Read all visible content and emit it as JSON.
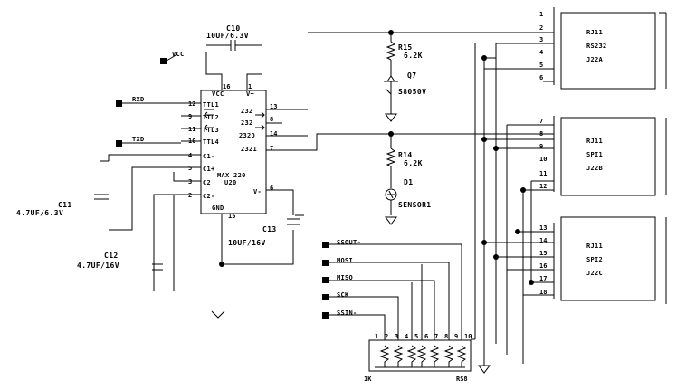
{
  "ic": {
    "name": "MAX 220",
    "designator": "U20",
    "pin_vcc_label": "VCC",
    "pin_vplus_label": "V+",
    "pin_gnd_label": "GND",
    "left_pins": [
      {
        "num": "12",
        "label": "TTL1"
      },
      {
        "num": "9",
        "label": "TTL2"
      },
      {
        "num": "11",
        "label": "TTL3"
      },
      {
        "num": "10",
        "label": "TTL4"
      },
      {
        "num": "4",
        "label": "C1-"
      },
      {
        "num": "5",
        "label": "C1+"
      },
      {
        "num": "3",
        "label": "C2"
      },
      {
        "num": "2",
        "label": "C2-"
      }
    ],
    "right_pins": [
      {
        "num": "13",
        "label": "232"
      },
      {
        "num": "8",
        "label": "232"
      },
      {
        "num": "14",
        "label": "232D"
      },
      {
        "num": "7",
        "label": "2321"
      },
      {
        "num": "6",
        "label": "V-"
      }
    ],
    "top_pins": [
      "16",
      "1"
    ],
    "bottom_pin": "15"
  },
  "labels": {
    "vcc": "VCC",
    "rxd": "RXD",
    "txd": "TXD",
    "c10": "C10",
    "c10_val": "10UF/6.3V",
    "r15": "R15",
    "r15_val": "6.2K",
    "q7": "Q7",
    "q7_part": "S8050V",
    "r14": "R14",
    "r14_val": "6.2K",
    "d1": "D1",
    "d1_part": "SENSOR1",
    "c11": "C11",
    "c11_val": "4.7UF/6.3V",
    "c12": "C12",
    "c12_val": "4.7UF/16V",
    "c13": "C13",
    "c13_val": "10UF/16V",
    "rs": "RS8",
    "rn": "1K"
  },
  "spi_signals": [
    "SSOUT-",
    "MOSI",
    "MISO",
    "SCK",
    "SSIN-"
  ],
  "connector_pins": [
    "1",
    "2",
    "3",
    "4",
    "5",
    "6",
    "7",
    "8",
    "9",
    "10",
    "11",
    "12",
    "13",
    "14",
    "15",
    "16",
    "17",
    "18"
  ],
  "network_pins": [
    "1",
    "2",
    "3",
    "4",
    "5",
    "6",
    "7",
    "8",
    "9",
    "10"
  ],
  "rj_boxes": [
    {
      "title": "RJ11",
      "line2": "RS232",
      "line3": "J22A"
    },
    {
      "title": "RJ11",
      "line2": "SPI1",
      "line3": "J22B"
    },
    {
      "title": "RJ11",
      "line2": "SPI2",
      "line3": "J22C"
    }
  ]
}
